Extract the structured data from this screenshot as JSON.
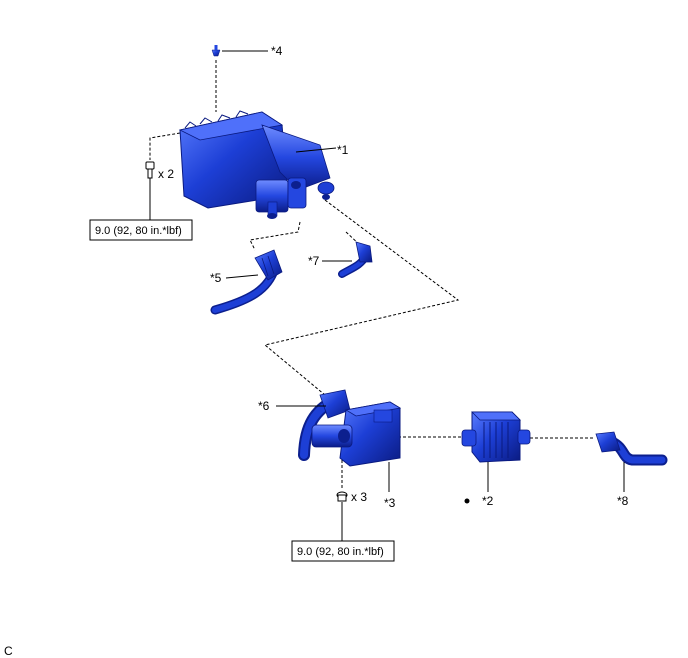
{
  "parts": {
    "p1": "*1",
    "p2": "*2",
    "p3": "*3",
    "p4": "*4",
    "p5": "*5",
    "p6": "*6",
    "p7": "*7",
    "p8": "*8"
  },
  "qty": {
    "bolts_canister": "x 2",
    "bolts_pump": "x 3"
  },
  "torque": {
    "top": "9.0 (92, 80 in.*lbf)",
    "bottom": "9.0 (92, 80 in.*lbf)"
  },
  "corner_mark": "C",
  "colors": {
    "part_blue": "#1d3fd6",
    "part_dark": "#0c1f8e",
    "part_light": "#5a7dff"
  }
}
